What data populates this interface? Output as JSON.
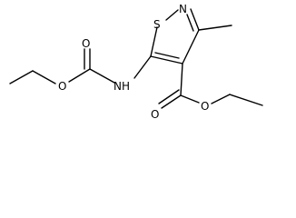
{
  "diagram": {
    "type": "structural-formula",
    "atoms": {
      "s1": "S",
      "n1": "N",
      "nh": "NH",
      "o_carbamate_carbonyl": "O",
      "o_carbamate_ether": "O",
      "o_ester_carbonyl": "O",
      "o_ester_ether": "O"
    },
    "colors": {
      "ink": "#000000",
      "background": "#ffffff"
    }
  }
}
